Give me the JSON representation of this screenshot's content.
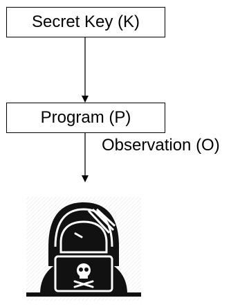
{
  "nodes": {
    "secret_key": "Secret Key (K)",
    "program": "Program (P)"
  },
  "edges": {
    "program_to_attacker": "Observation (O)"
  },
  "attacker": {
    "icon": "hacker-icon"
  }
}
